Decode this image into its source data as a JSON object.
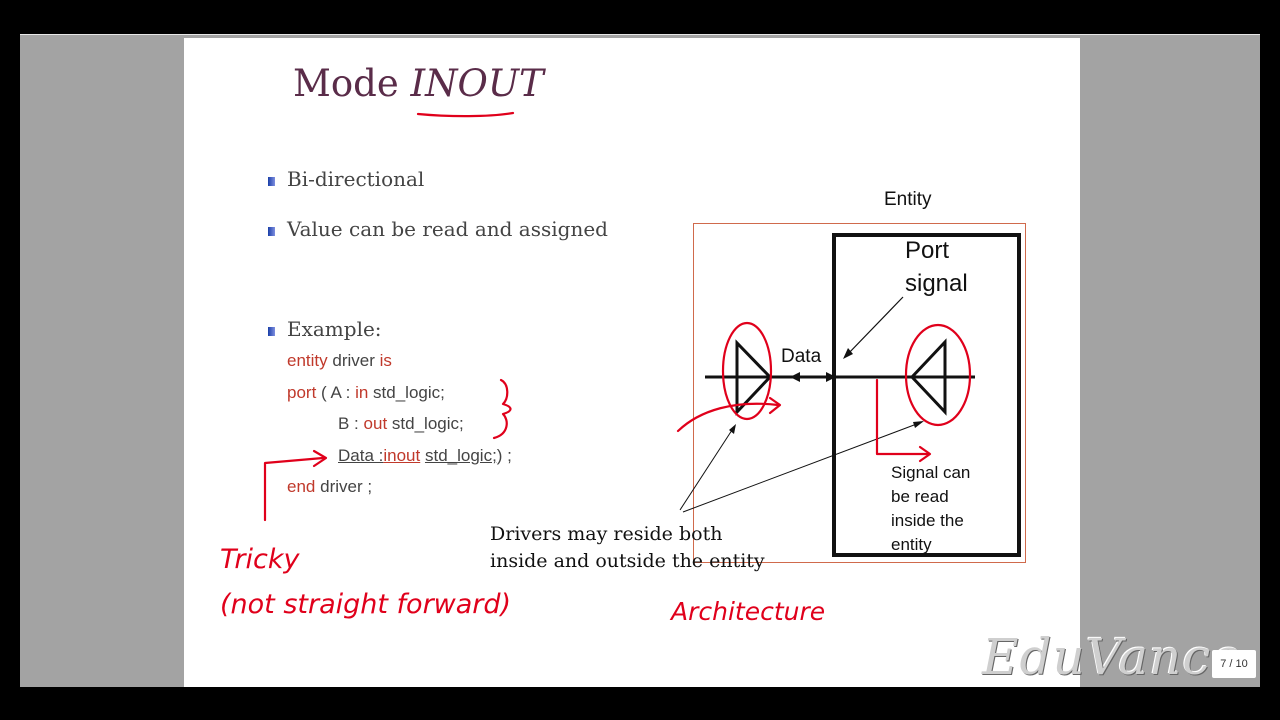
{
  "slide": {
    "title_main": "Mode",
    "title_emph": "INOUT",
    "bullets": [
      "Bi-directional",
      "Value can be read and assigned",
      "Example:"
    ],
    "code": {
      "l1_kw1": "entity",
      "l1_name": "driver",
      "l1_kw2": "is",
      "l2_kw": "port",
      "l2_rest1": "( A :",
      "l2_kw2": "in",
      "l2_rest2": "std_logic;",
      "l3_a": "B :",
      "l3_kw": "out",
      "l3_b": "std_logic;",
      "l4_a": "Data :",
      "l4_kw": "inout",
      "l4_b": "std_logic;",
      "l4_c": ") ;",
      "l5_kw": "end",
      "l5_rest": "driver ;"
    },
    "diagram": {
      "entity_label": "Entity",
      "port_label_1": "Port",
      "port_label_2": "signal",
      "data_label": "Data",
      "signal_note": [
        "Signal can",
        "be read",
        "inside the",
        "entity"
      ],
      "drivers_note": [
        "Drivers may reside both",
        "inside and outside the entity"
      ]
    },
    "handwriting": {
      "tricky": "Tricky",
      "not_straight": "(not straight forward)",
      "architecture": "Architecture"
    }
  },
  "pager": {
    "label": "7 / 10"
  },
  "logo": {
    "text": "EduVance"
  },
  "colors": {
    "title": "#5a2c49",
    "keyword": "#c0392b",
    "ink": "#e0001b"
  }
}
